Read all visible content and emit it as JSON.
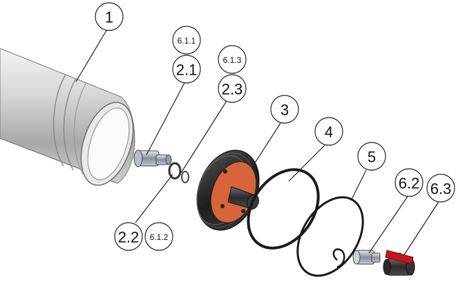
{
  "callouts": {
    "c1": "1",
    "c611": "6.1.1",
    "c21": "2.1",
    "c613": "6.1.3",
    "c23": "2.3",
    "c3": "3",
    "c4": "4",
    "c5": "5",
    "c62": "6.2",
    "c63": "6.3",
    "c22": "2.2",
    "c612": "6.1.2"
  },
  "colors": {
    "endcap_face": "#d8643a",
    "valve_handle": "#c8141e"
  }
}
